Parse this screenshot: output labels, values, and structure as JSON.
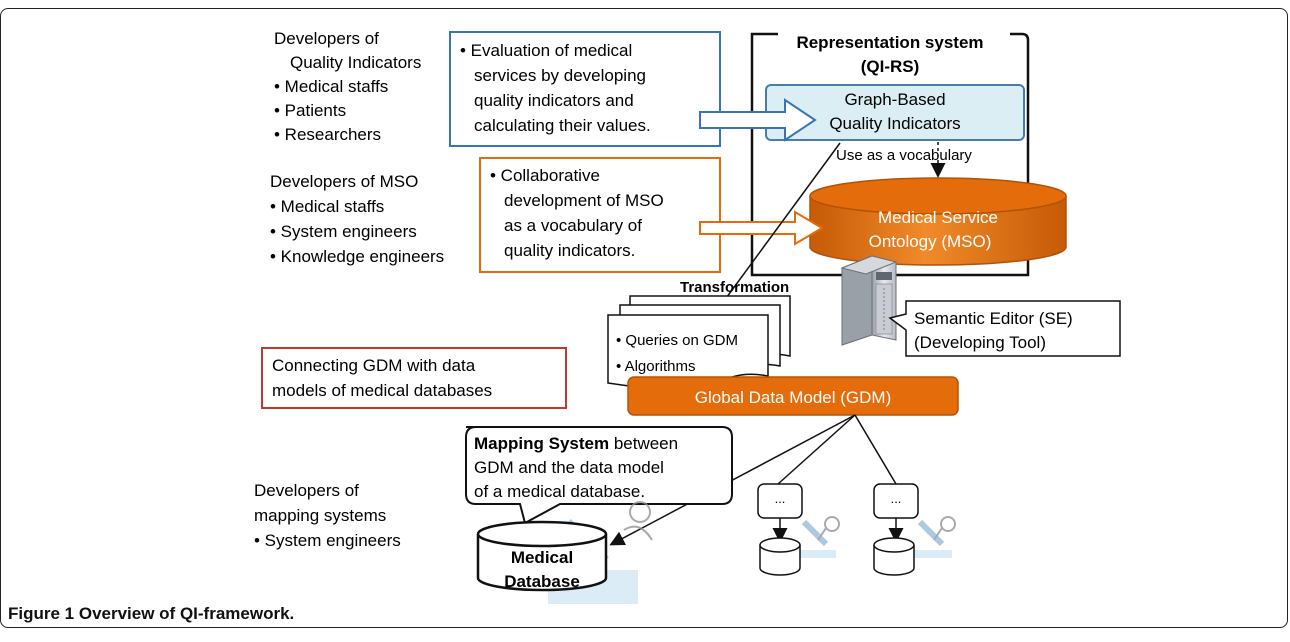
{
  "dev_qi": {
    "title": [
      "Developers of",
      "Quality Indicators"
    ],
    "items": [
      "• Medical staffs",
      "• Patients",
      "• Researchers"
    ]
  },
  "dev_mso": {
    "title": "Developers of MSO",
    "items": [
      "• Medical staffs",
      "• System engineers",
      "• Knowledge engineers"
    ]
  },
  "dev_mapping": {
    "title": [
      "Developers of",
      "mapping systems"
    ],
    "items": [
      "• System engineers"
    ]
  },
  "eval_box": {
    "lines": [
      "• Evaluation of medical",
      "services by developing",
      "quality indicators and",
      "calculating their values."
    ]
  },
  "collab_box": {
    "lines": [
      "• Collaborative",
      "development of MSO",
      "as a vocabulary of",
      "quality indicators."
    ]
  },
  "rep_system": {
    "title": [
      "Representation system",
      "(QI-RS)"
    ]
  },
  "graph_qi": {
    "lines": [
      "Graph-Based",
      "Quality Indicators"
    ]
  },
  "use_vocab": "Use as a vocabulary",
  "mso": {
    "lines": [
      "Medical Service",
      "Ontology (MSO)"
    ]
  },
  "transformation": "Transformation",
  "queries": {
    "lines": [
      "• Queries on GDM",
      "• Algorithms"
    ]
  },
  "semantic_editor": {
    "lines": [
      "Semantic Editor (SE)",
      "(Developing Tool)"
    ]
  },
  "connecting": {
    "lines": [
      "Connecting GDM with data",
      "models of medical databases"
    ]
  },
  "gdm": "Global Data Model (GDM)",
  "mapping": {
    "bold": "Mapping System",
    "line1_rest": " between",
    "lines": [
      "GDM and the data model",
      "of a medical database."
    ]
  },
  "small_boxes": [
    "...",
    "..."
  ],
  "medical_db": {
    "lines": [
      "Medical",
      "Database"
    ]
  },
  "caption": "Figure 1 Overview of QI-framework.",
  "colors": {
    "blue": "#3a74b8",
    "orange": "#e46c0a",
    "red": "#c0392b",
    "light_blue": "#daeef3"
  }
}
